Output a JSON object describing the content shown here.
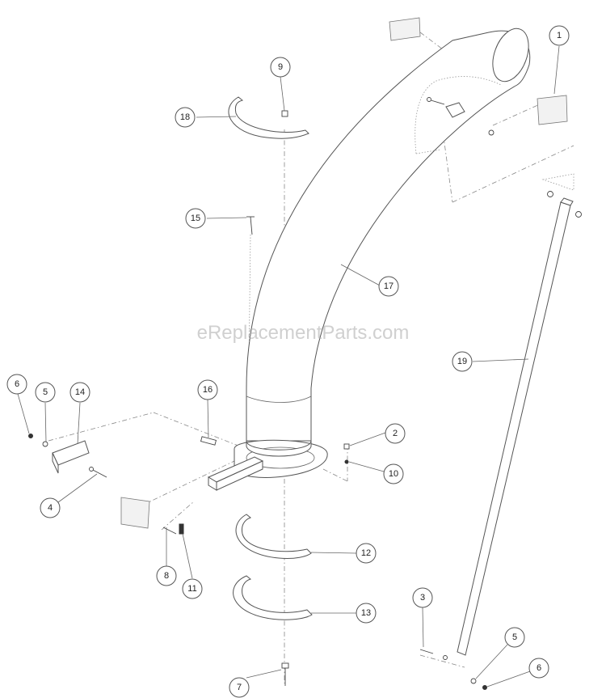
{
  "watermark": "eReplacementParts.com",
  "callouts": [
    {
      "label": "1"
    },
    {
      "label": "2"
    },
    {
      "label": "3"
    },
    {
      "label": "4"
    },
    {
      "label": "5"
    },
    {
      "label": "5"
    },
    {
      "label": "6"
    },
    {
      "label": "6"
    },
    {
      "label": "7"
    },
    {
      "label": "8"
    },
    {
      "label": "9"
    },
    {
      "label": "10"
    },
    {
      "label": "11"
    },
    {
      "label": "12"
    },
    {
      "label": "13"
    },
    {
      "label": "14"
    },
    {
      "label": "15"
    },
    {
      "label": "16"
    },
    {
      "label": "17"
    },
    {
      "label": "18"
    },
    {
      "label": "19"
    }
  ]
}
